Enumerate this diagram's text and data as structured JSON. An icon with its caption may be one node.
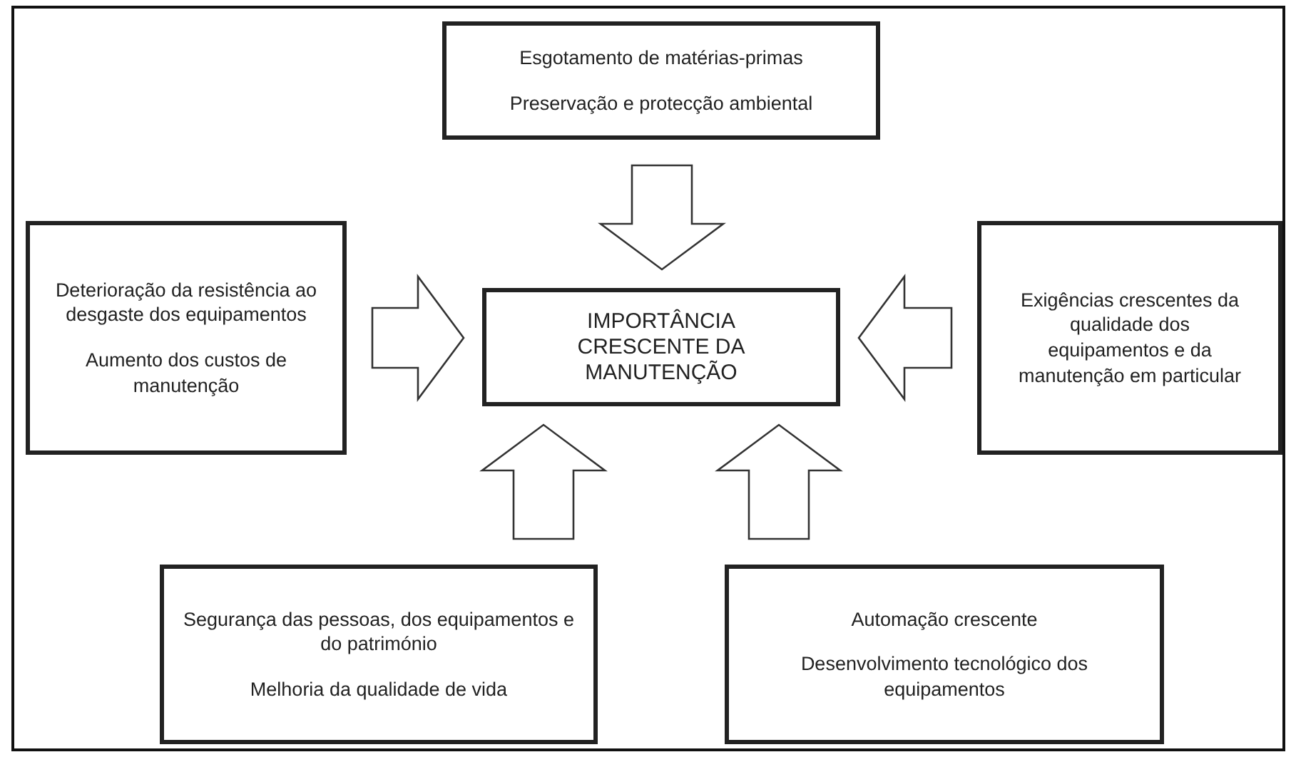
{
  "diagram": {
    "nodes": [
      {
        "text": [
          "Esgotamento de matérias-primas",
          "Preservação e protecção ambiental"
        ]
      },
      {
        "text": [
          "Deterioração da resistência ao desgaste dos equipamentos",
          "Aumento dos custos de manutenção"
        ]
      },
      {
        "text": [
          "IMPORTÂNCIA CRESCENTE DA MANUTENÇÃO"
        ]
      },
      {
        "text": [
          "Exigências crescentes da qualidade dos equipamentos e da manutenção em particular"
        ]
      },
      {
        "text": [
          "Segurança das pessoas, dos equipamentos e do património",
          "Melhoria da qualidade de vida"
        ]
      },
      {
        "text": [
          "Automação crescente",
          "Desenvolvimento tecnológico dos equipamentos"
        ]
      }
    ],
    "edges": [
      {
        "from": 0,
        "to": 2,
        "arrow": "to"
      },
      {
        "from": 1,
        "to": 2,
        "arrow": "to"
      },
      {
        "from": 3,
        "to": 2,
        "arrow": "to"
      },
      {
        "from": 4,
        "to": 2,
        "arrow": "to"
      },
      {
        "from": 5,
        "to": 2,
        "arrow": "to"
      }
    ]
  }
}
